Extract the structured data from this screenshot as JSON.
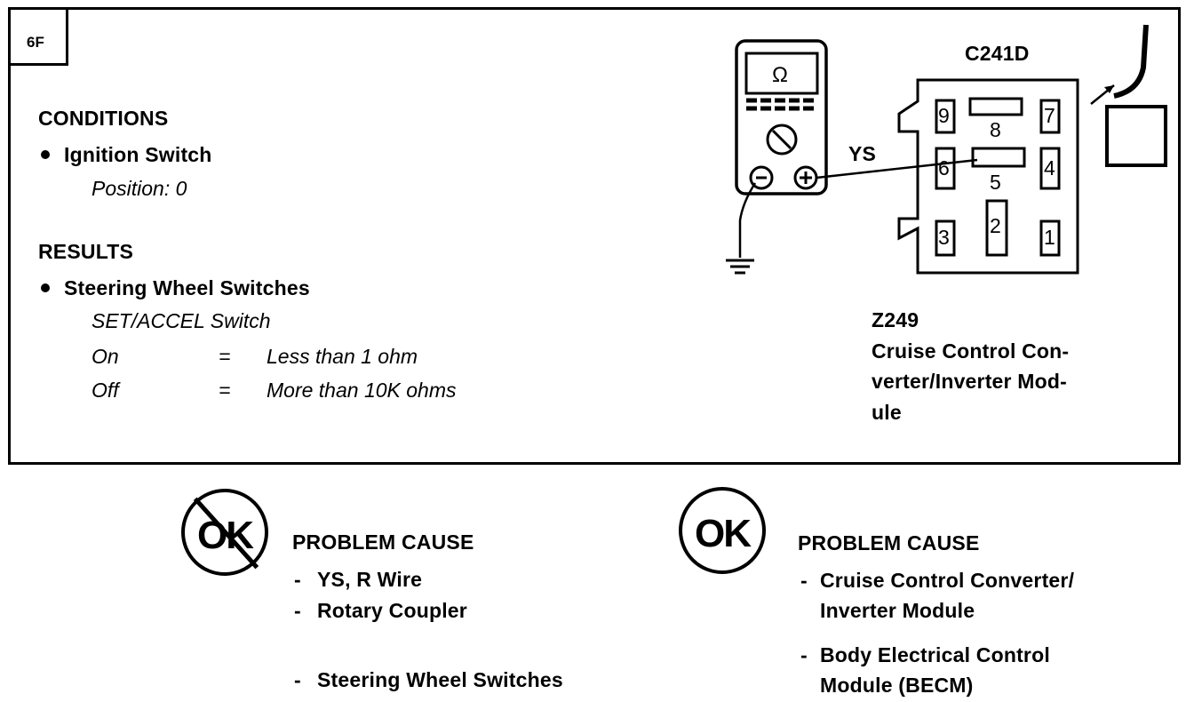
{
  "step": {
    "id": "6F"
  },
  "conditions": {
    "heading": "CONDITIONS",
    "item": "Ignition Switch",
    "detail": "Position: 0"
  },
  "results": {
    "heading": "RESULTS",
    "item": "Steering Wheel Switches",
    "switch_name": "SET/ACCEL Switch",
    "rows": [
      {
        "state": "On",
        "eq": "=",
        "value": "Less than 1 ohm"
      },
      {
        "state": "Off",
        "eq": "=",
        "value": "More than 10K ohms"
      }
    ]
  },
  "diagram": {
    "meter_symbol": "Ω",
    "wire_label": "YS",
    "connector_label": "C241D",
    "pins": [
      "9",
      "8",
      "7",
      "6",
      "5",
      "4",
      "3",
      "2",
      "1"
    ],
    "component_id": "Z249",
    "component_name_lines": [
      "Cruise Control Con-",
      "verter/Inverter Mod-",
      "ule"
    ]
  },
  "not_ok": {
    "badge": "OK",
    "heading": "PROBLEM CAUSE",
    "causes": [
      "YS, R   Wire",
      "Rotary Coupler",
      "Steering Wheel Switches"
    ]
  },
  "ok": {
    "badge": "OK",
    "heading": "PROBLEM CAUSE",
    "causes": [
      [
        "Cruise Control Converter/",
        "Inverter Module"
      ],
      [
        "Body Electrical Control",
        "Module (BECM)"
      ]
    ]
  }
}
